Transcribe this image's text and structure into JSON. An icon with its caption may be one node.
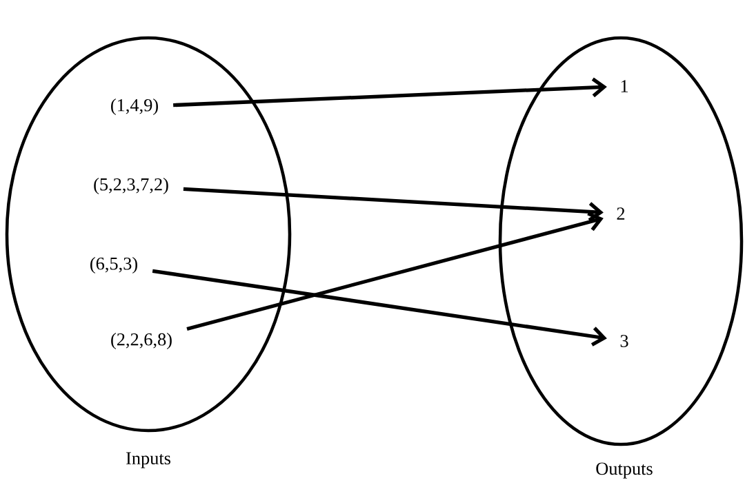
{
  "diagram": {
    "nodes": [
      {
        "text": [
          "Inputs"
        ]
      },
      {
        "text": [
          "(1,4,9)"
        ],
        "in": 0
      },
      {
        "text": [
          "(5,2,3,7,2)"
        ],
        "in": 0
      },
      {
        "text": [
          "(6,5,3)"
        ],
        "in": 0
      },
      {
        "text": [
          "(2,2,6,8)"
        ],
        "in": 0
      },
      {
        "text": [
          "Outputs"
        ]
      },
      {
        "text": [
          "1"
        ],
        "in": 5
      },
      {
        "text": [
          "2"
        ],
        "in": 5
      },
      {
        "text": [
          "3"
        ],
        "in": 5
      }
    ],
    "edges": [
      {
        "from": 1,
        "to": 6,
        "arrow": "to"
      },
      {
        "from": 2,
        "to": 7,
        "arrow": "to"
      },
      {
        "from": 3,
        "to": 8,
        "arrow": "to"
      },
      {
        "from": 4,
        "to": 7,
        "arrow": "to"
      }
    ]
  }
}
